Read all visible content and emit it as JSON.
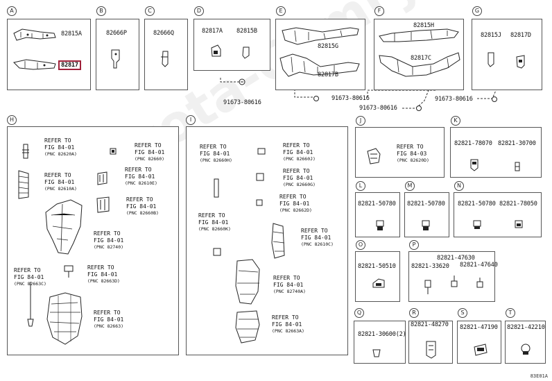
{
  "watermark": "Toyota-Camry.Info",
  "footer_code": "83E01A",
  "refer_label": "REFER TO",
  "sections": {
    "A": {
      "letter": "A",
      "parts": [
        "82815A",
        "82817"
      ]
    },
    "B": {
      "letter": "B",
      "parts": [
        "82666P"
      ]
    },
    "C1": {
      "letter": "C",
      "parts": [
        "82666Q"
      ]
    },
    "D": {
      "letter": "D",
      "parts": [
        "82817A",
        "82815B"
      ],
      "bolt": "91673-80616"
    },
    "E": {
      "letter": "E",
      "parts": [
        "82815G",
        "82817B"
      ],
      "bolt": "91673-80616"
    },
    "F": {
      "letter": "F",
      "parts": [
        "82815H",
        "82817C"
      ],
      "bolt": "91673-80616"
    },
    "C2": {
      "letter": "G",
      "parts": [
        "82815J",
        "82817D"
      ],
      "bolt": "91673-80616"
    },
    "H": {
      "letter": "H",
      "refs": [
        {
          "fig": "FIG 84-01",
          "pnc": "(PNC 82620A)"
        },
        {
          "fig": "FIG 84-01",
          "pnc": "(PNC 82660)"
        },
        {
          "fig": "FIG 84-01",
          "pnc": "(PNC 82610A)"
        },
        {
          "fig": "FIG 84-01",
          "pnc": "(PNC 82610E)"
        },
        {
          "fig": "FIG 84-01",
          "pnc": "(PNC 82660B)"
        },
        {
          "fig": "FIG 84-01",
          "pnc": "(PNC 82740)"
        },
        {
          "fig": "FIG 84-01",
          "pnc": "(PNC 82663C)"
        },
        {
          "fig": "FIG 84-01",
          "pnc": "(PNC 82663D)"
        },
        {
          "fig": "FIG 84-01",
          "pnc": "(PNC 82663)"
        }
      ]
    },
    "I": {
      "letter": "I",
      "refs": [
        {
          "fig": "FIG 84-01",
          "pnc": "(PNC 82660H)"
        },
        {
          "fig": "FIG 84-01",
          "pnc": "(PNC 82660J)"
        },
        {
          "fig": "FIG 84-01",
          "pnc": "(PNC 82660G)"
        },
        {
          "fig": "FIG 84-01",
          "pnc": "(PNC 82662D)"
        },
        {
          "fig": "FIG 84-01",
          "pnc": "(PNC 82660K)"
        },
        {
          "fig": "FIG 84-01",
          "pnc": "(PNC 82610C)"
        },
        {
          "fig": "FIG 84-01",
          "pnc": "(PNC 82740A)"
        },
        {
          "fig": "FIG 84-01",
          "pnc": "(PNC 82663A)"
        }
      ]
    },
    "J": {
      "letter": "J",
      "refs": [
        {
          "fig": "FIG 84-03",
          "pnc": "(PNC 82620D)"
        }
      ]
    },
    "K": {
      "letter": "K",
      "parts": [
        "82821-78070",
        "82821-30700"
      ]
    },
    "L": {
      "letter": "L",
      "parts": [
        "82821-50780"
      ]
    },
    "M": {
      "letter": "M",
      "parts": [
        "82821-50780"
      ]
    },
    "N": {
      "letter": "N",
      "parts": [
        "82821-50780",
        "82821-78050"
      ]
    },
    "O": {
      "letter": "O",
      "parts": [
        "82821-50510"
      ]
    },
    "P": {
      "letter": "P",
      "parts": [
        "82821-33620",
        "82821-47630",
        "82821-47640"
      ]
    },
    "Q": {
      "letter": "Q",
      "parts": [
        "82821-30600(2)"
      ]
    },
    "R": {
      "letter": "R",
      "parts": [
        "82821-48270"
      ]
    },
    "S": {
      "letter": "S",
      "parts": [
        "82821-47190"
      ]
    },
    "T": {
      "letter": "T",
      "parts": [
        "82821-42210"
      ]
    }
  },
  "colors": {
    "highlight": "#a0213a",
    "line": "#555555"
  }
}
